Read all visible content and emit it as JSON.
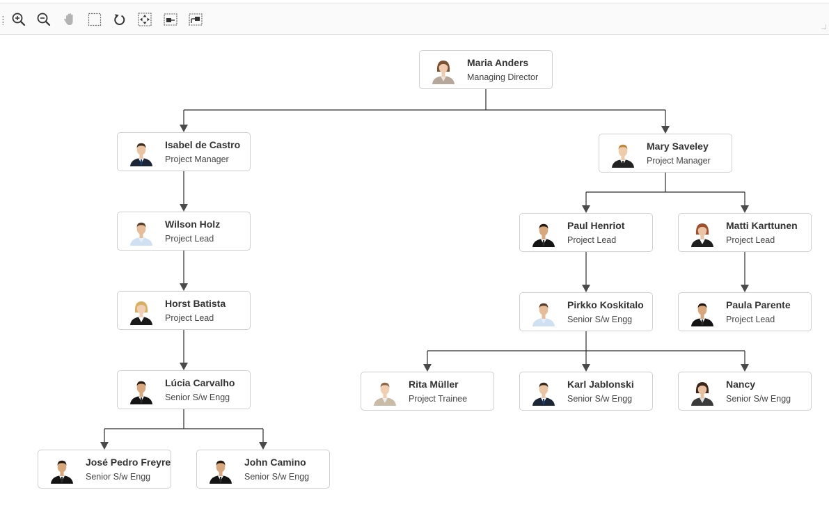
{
  "toolbar": {
    "items": [
      {
        "id": "zoom-in",
        "icon": "zoom-in-icon"
      },
      {
        "id": "zoom-out",
        "icon": "zoom-out-icon"
      },
      {
        "id": "pan",
        "icon": "hand-pan-icon"
      },
      {
        "id": "select",
        "icon": "marquee-select-icon"
      },
      {
        "id": "reset",
        "icon": "reset-rotate-icon"
      },
      {
        "id": "fit-to-page",
        "icon": "fit-to-page-icon"
      },
      {
        "id": "collapse",
        "icon": "collapse-nodes-icon"
      },
      {
        "id": "expand",
        "icon": "expand-nodes-icon"
      }
    ]
  },
  "colors": {
    "connector": "#2b2b2b",
    "arrow": "#4a4a4a",
    "node_border": "#cfcfcf",
    "name_text": "#333333",
    "role_text": "#444444"
  },
  "org": {
    "nodes": [
      {
        "id": "n1",
        "name": "Maria Anders",
        "role": "Managing Director",
        "parent": null,
        "avatar": "woman"
      },
      {
        "id": "n2",
        "name": "Isabel de Castro",
        "role": "Project Manager",
        "parent": "n1",
        "avatar": "man"
      },
      {
        "id": "n3",
        "name": "Mary Saveley",
        "role": "Project Manager",
        "parent": "n1",
        "avatar": "man-blond"
      },
      {
        "id": "n4",
        "name": "Wilson Holz",
        "role": "Project Lead",
        "parent": "n2",
        "avatar": "man-shirt"
      },
      {
        "id": "n5",
        "name": "Horst Batista",
        "role": "Project Lead",
        "parent": "n4",
        "avatar": "woman-blonde"
      },
      {
        "id": "n6",
        "name": "Lúcia Carvalho",
        "role": "Senior S/w Engg",
        "parent": "n5",
        "avatar": "man-dark"
      },
      {
        "id": "n7",
        "name": "José Pedro Freyre",
        "role": "Senior S/w Engg",
        "parent": "n6",
        "avatar": "man-dark"
      },
      {
        "id": "n8",
        "name": "John Camino",
        "role": "Senior S/w Engg",
        "parent": "n6",
        "avatar": "man-dark"
      },
      {
        "id": "n9",
        "name": "Paul Henriot",
        "role": "Project Lead",
        "parent": "n3",
        "avatar": "man-dark"
      },
      {
        "id": "n10",
        "name": "Matti Karttunen",
        "role": "Project Lead",
        "parent": "n3",
        "avatar": "woman-red"
      },
      {
        "id": "n11",
        "name": "Pirkko Koskitalo",
        "role": "Senior S/w Engg",
        "parent": "n9",
        "avatar": "man-shirt"
      },
      {
        "id": "n12",
        "name": "Paula Parente",
        "role": "Project Lead",
        "parent": "n10",
        "avatar": "man-dark"
      },
      {
        "id": "n13",
        "name": "Rita Müller",
        "role": "Project Trainee",
        "parent": "n11",
        "avatar": "man-light"
      },
      {
        "id": "n14",
        "name": "Karl Jablonski",
        "role": "Senior S/w Engg",
        "parent": "n11",
        "avatar": "man"
      },
      {
        "id": "n15",
        "name": "Nancy",
        "role": "Senior S/w Engg",
        "parent": "n11",
        "avatar": "woman-dark"
      }
    ]
  }
}
